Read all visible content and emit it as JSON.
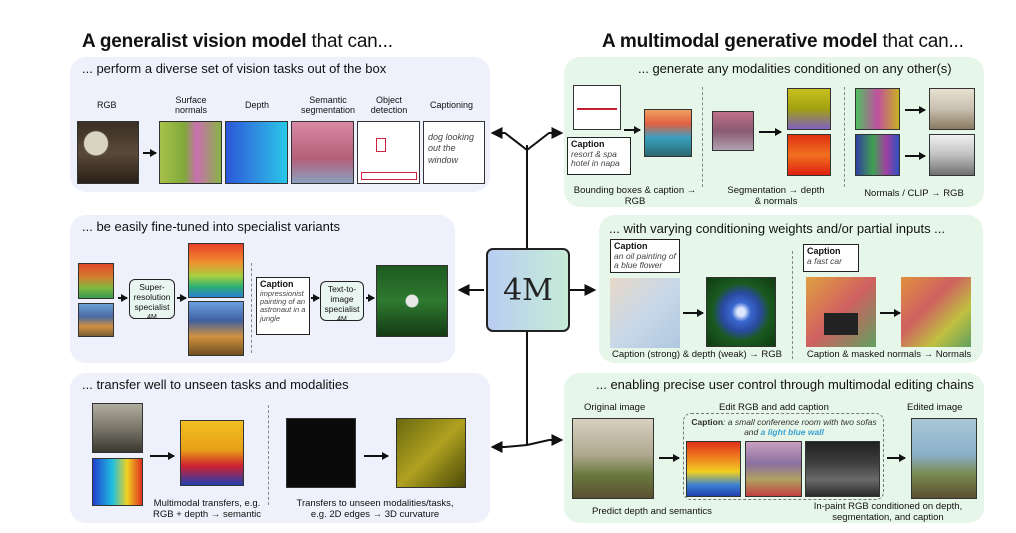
{
  "headings": {
    "left_bold": "A generalist vision model",
    "left_rest": " that can...",
    "right_bold": "A multimodal generative model",
    "right_rest": " that can..."
  },
  "center_label": "4M",
  "panels": {
    "tasks": {
      "title": "... perform a diverse set of vision tasks out of the box",
      "labels": [
        "RGB",
        "Surface normals",
        "Depth",
        "Semantic segmentation",
        "Object detection",
        "Captioning"
      ],
      "caption_text": "dog looking out the window"
    },
    "finetune": {
      "title": "... be easily fine-tuned into specialist variants",
      "sr_box": "Super-resolution specialist",
      "sr_sub": "4M",
      "caption_head": "Caption",
      "caption_text": "impressionist painting of an astronaut in a jungle",
      "t2i_box": "Text-to-image specialist",
      "t2i_sub": "4M"
    },
    "transfer": {
      "title": "... transfer well to unseen tasks and modalities",
      "left_caption": "Multimodal transfers, e.g. RGB + depth → semantic",
      "right_caption": "Transfers to unseen modalities/tasks, e.g. 2D edges → 3D curvature"
    },
    "generate": {
      "title": "... generate any modalities conditioned on any other(s)",
      "caption_head": "Caption",
      "caption_text": "resort & spa hotel in napa",
      "label1": "Bounding boxes & caption → RGB",
      "label2": "Segmentation → depth & normals",
      "label3": "Normals / CLIP → RGB"
    },
    "weights": {
      "title": "... with varying conditioning weights and/or partial inputs ...",
      "cap1_head": "Caption",
      "cap1_text": "an oil painting of a blue flower",
      "cap2_head": "Caption",
      "cap2_text": "a fast car",
      "label1": "Caption (strong) & depth (weak) → RGB",
      "label2": "Caption & masked normals → Normals"
    },
    "editing": {
      "title": "... enabling precise user control through multimodal editing chains",
      "orig_label": "Original image",
      "edit_label": "Edit RGB and add caption",
      "edited_label": "Edited image",
      "caption_head": "Caption",
      "caption_text": "a small conference room with two sofas and",
      "caption_highlight": "a light blue wall",
      "predict_label": "Predict depth and semantics",
      "inpaint_label": "In-paint RGB conditioned on depth, segmentation, and caption"
    }
  }
}
